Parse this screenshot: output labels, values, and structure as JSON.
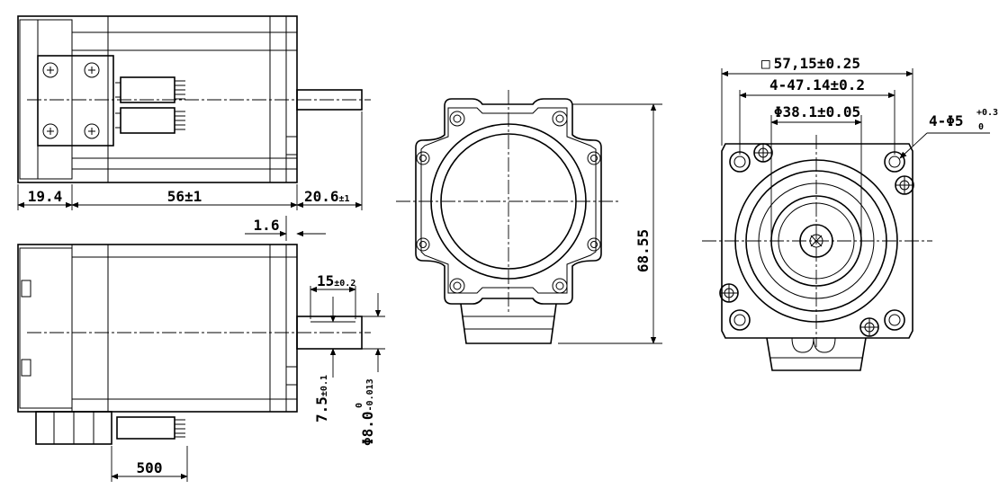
{
  "labels": {
    "top_left_dim": "19.4",
    "body_length": "56±1",
    "shaft_length_val": "20.6",
    "shaft_length_tol": "±1",
    "flange_thickness": "1.6",
    "key_length_val": "15",
    "key_length_tol": "±0.2",
    "key_height_val": "7.5",
    "key_height_tol": "±0.1",
    "shaft_dia_val": "Φ8.0",
    "shaft_dia_tol_upper": "0",
    "shaft_dia_tol_lower": "-0.013",
    "cable_length": "500",
    "overall_height": "68.55",
    "square_prefix": "□",
    "square_size": "57,15±0.25",
    "bolt_circle": "4-47.14±0.2",
    "pilot_dia": "Φ38.1±0.05",
    "hole_dia": "4-Φ5",
    "hole_tol_upper": "+0.3",
    "hole_tol_lower": "0"
  }
}
